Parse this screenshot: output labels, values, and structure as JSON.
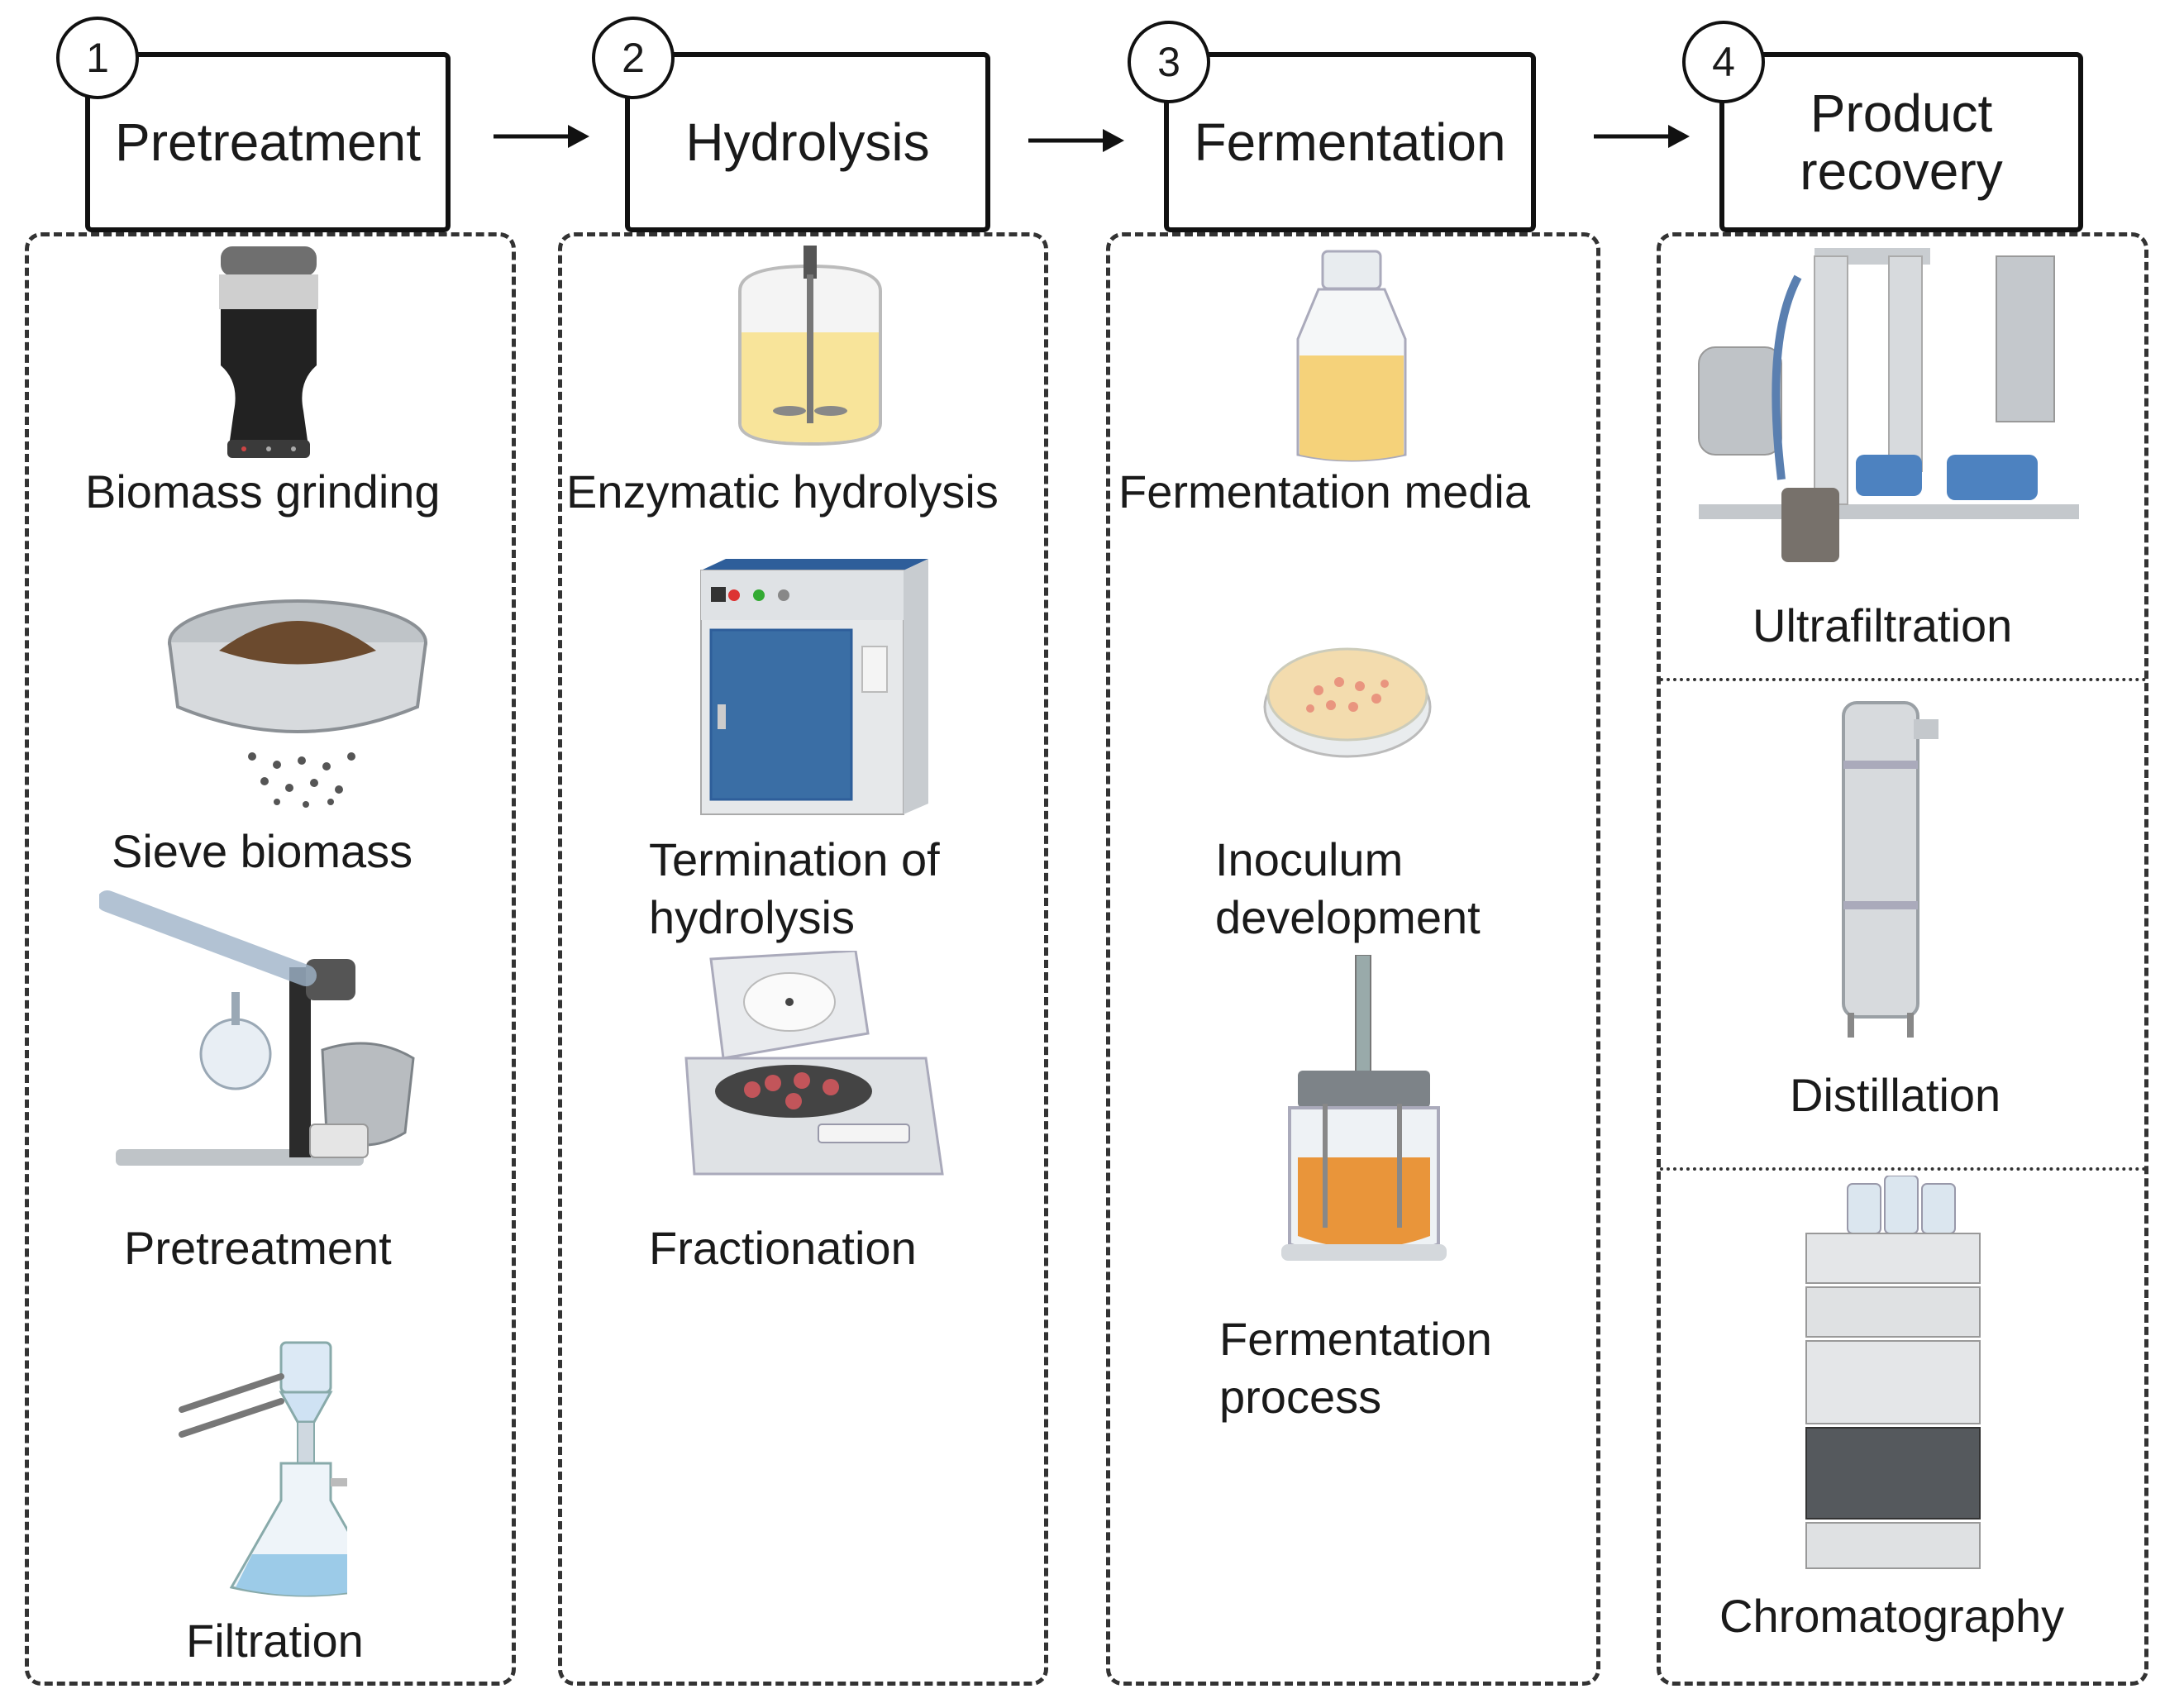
{
  "stages": [
    {
      "number": "1",
      "title": "Pretreatment",
      "steps": [
        {
          "label": "Biomass grinding",
          "icon": "grinder-icon"
        },
        {
          "label": "Sieve biomass",
          "icon": "sieve-icon"
        },
        {
          "label": "Pretreatment",
          "icon": "rotary-evaporator-icon"
        },
        {
          "label": "Filtration",
          "icon": "vacuum-filtration-flask-icon"
        }
      ]
    },
    {
      "number": "2",
      "title": "Hydrolysis",
      "steps": [
        {
          "label": "Enzymatic hydrolysis",
          "icon": "stirred-tank-reactor-icon"
        },
        {
          "label": "Termination of hydrolysis",
          "icon": "incubator-oven-icon"
        },
        {
          "label": "Fractionation",
          "icon": "centrifuge-icon"
        }
      ]
    },
    {
      "number": "3",
      "title": "Fermentation",
      "steps": [
        {
          "label": "Fermentation media",
          "icon": "media-bottle-icon"
        },
        {
          "label": "Inoculum development",
          "icon": "petri-dish-icon"
        },
        {
          "label": "Fermentation process",
          "icon": "bioreactor-icon"
        }
      ]
    },
    {
      "number": "4",
      "title": "Product recovery",
      "steps": [
        {
          "label": "Ultrafiltration",
          "icon": "ultrafiltration-unit-icon"
        },
        {
          "label": "Distillation",
          "icon": "distillation-column-icon"
        },
        {
          "label": "Chromatography",
          "icon": "chromatography-system-icon"
        }
      ]
    }
  ],
  "texts": {
    "s1_title": "Pretreatment",
    "s2_title": "Hydrolysis",
    "s3_title": "Fermentation",
    "s4_title_l1": "Product",
    "s4_title_l2": "recovery",
    "s2_step2_l1": "Termination of",
    "s2_step2_l2": "hydrolysis",
    "s3_step2_l1": "Inoculum",
    "s3_step2_l2": "development",
    "s3_step3_l1": "Fermentation",
    "s3_step3_l2": "process"
  }
}
